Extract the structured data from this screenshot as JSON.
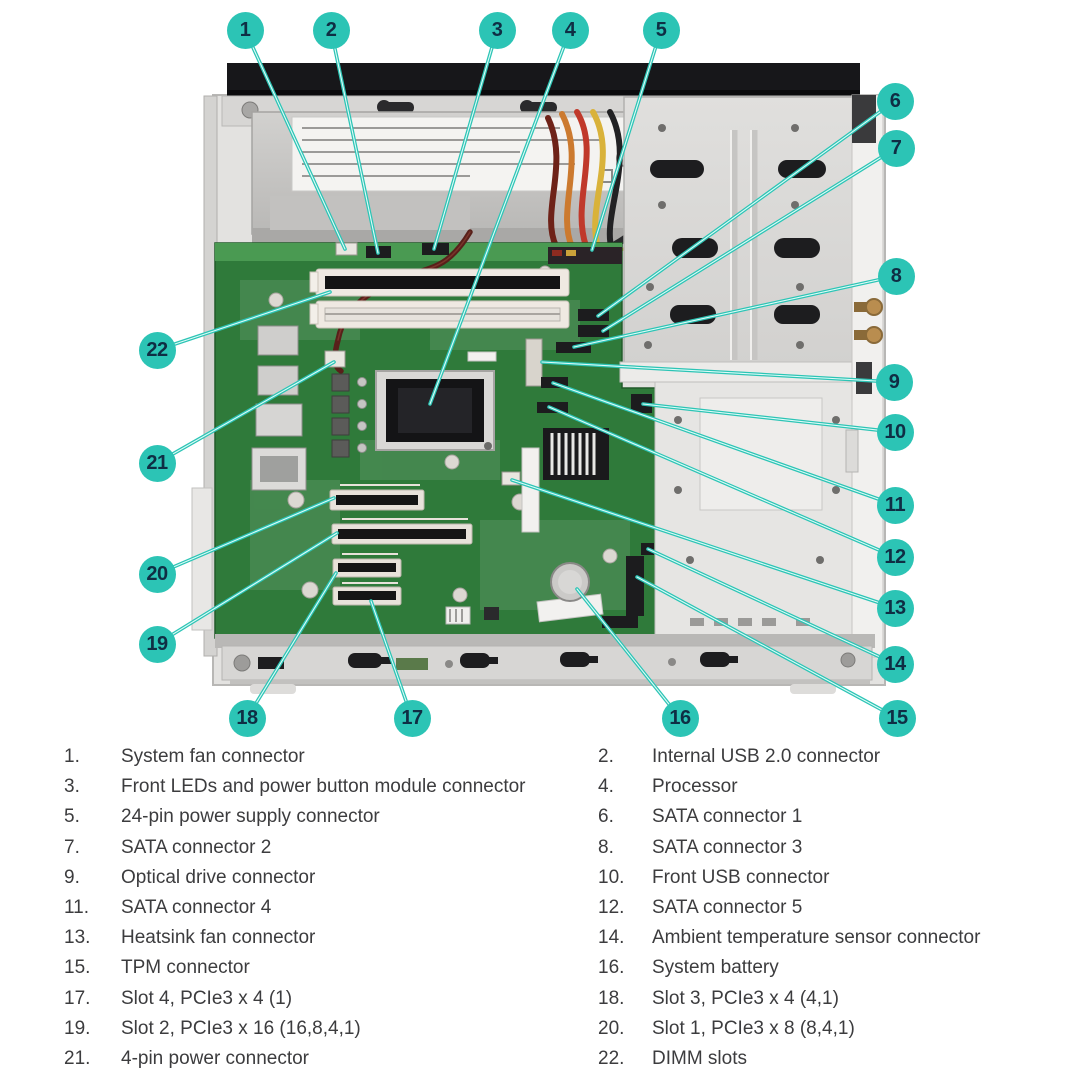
{
  "figure": {
    "kind": "hardware-callout-diagram",
    "subject": "tower chassis interior with system board callouts"
  },
  "palette": {
    "callout_fill": "#2cc4b5",
    "callout_number": "#0f2e44",
    "leader_line": "#2cc4b5",
    "leader_core": "#defcf8",
    "legend_text": "#3c3c3e",
    "board_green": "#2f7a3a",
    "case_silver": "#e3e2e0",
    "top_bar_black": "#17171a"
  },
  "callouts": [
    {
      "num": "1",
      "label": "System fan connector"
    },
    {
      "num": "2",
      "label": "Internal USB 2.0 connector"
    },
    {
      "num": "3",
      "label": "Front LEDs and power button module connector"
    },
    {
      "num": "4",
      "label": "Processor"
    },
    {
      "num": "5",
      "label": "24-pin power supply connector"
    },
    {
      "num": "6",
      "label": "SATA connector 1"
    },
    {
      "num": "7",
      "label": "SATA connector 2"
    },
    {
      "num": "8",
      "label": "SATA connector 3"
    },
    {
      "num": "9",
      "label": "Optical drive connector"
    },
    {
      "num": "10",
      "label": "Front USB connector"
    },
    {
      "num": "11",
      "label": "SATA connector 4"
    },
    {
      "num": "12",
      "label": "SATA connector 5"
    },
    {
      "num": "13",
      "label": "Heatsink fan connector"
    },
    {
      "num": "14",
      "label": "Ambient temperature sensor connector"
    },
    {
      "num": "15",
      "label": "TPM connector"
    },
    {
      "num": "16",
      "label": "System battery"
    },
    {
      "num": "17",
      "label": "Slot 4, PCIe3 x 4 (1)"
    },
    {
      "num": "18",
      "label": "Slot 3, PCIe3 x 4 (4,1)"
    },
    {
      "num": "19",
      "label": "Slot 2, PCIe3 x 16 (16,8,4,1)"
    },
    {
      "num": "20",
      "label": "Slot 1, PCIe3 x 8 (8,4,1)"
    },
    {
      "num": "21",
      "label": "4-pin power connector"
    },
    {
      "num": "22",
      "label": "DIMM slots"
    }
  ]
}
